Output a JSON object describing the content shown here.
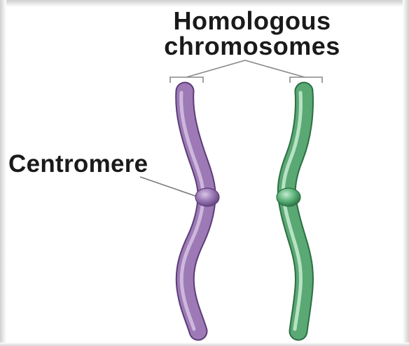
{
  "title": {
    "line1": "Homologous",
    "line2": "chromosomes"
  },
  "labels": {
    "centromere": "Centromere"
  },
  "colors": {
    "purple_chromosome": "#9d7ab6",
    "green_chromosome": "#5aa873",
    "leader_lines": "#7a7a7a"
  }
}
